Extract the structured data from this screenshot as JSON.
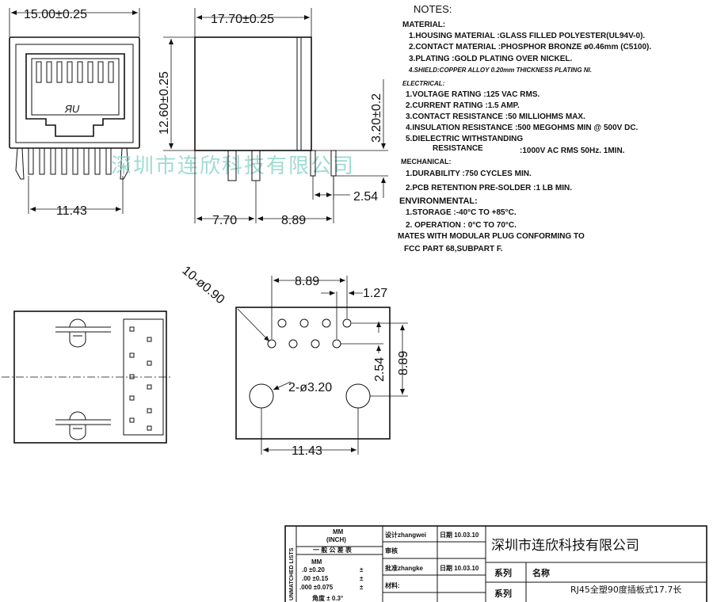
{
  "dimensions": {
    "front_width": "15.00±0.25",
    "side_length": "17.70±0.25",
    "side_height": "12.60±0.25",
    "pin_length": "3.20±0.2",
    "pin_pitch_side": "2.54",
    "offset_7_70": "7.70",
    "span_8_89": "8.89",
    "front_pin_span": "11.43",
    "pcb_hole_count": "10-ø0.90",
    "pcb_top_span": "8.89",
    "pcb_pitch": "1.27",
    "pcb_row_spacing": "2.54",
    "pcb_height": "8.89",
    "peg_holes": "2-ø3.20",
    "pcb_bottom_span": "11.43"
  },
  "notes": {
    "heading": "NOTES:",
    "material_heading": "MATERIAL:",
    "material": [
      "1.HOUSING MATERIAL :GLASS FILLED POLYESTER(UL94V-0).",
      "2.CONTACT MATERIAL :PHOSPHOR BRONZE ø0.46mm (C5100).",
      "3.PLATING :GOLD PLATING OVER NICKEL.",
      "4.SHIELD:COPPER ALLOY 0.20mm THICKNESS PLATING NI."
    ],
    "electrical_heading": "ELECTRICAL:",
    "electrical": [
      "1.VOLTAGE RATING :125 VAC RMS.",
      "2.CURRENT RATING :1.5 AMP.",
      "3.CONTACT RESISTANCE :50 MILLIOHMS MAX.",
      "4.INSULATION RESISTANCE :500 MEGOHMS MIN @ 500V DC.",
      "5.DIELECTRIC WITHSTANDING",
      "RESISTANCE",
      ":1000V AC RMS 50Hz. 1MIN."
    ],
    "mechanical_heading": "MECHANICAL:",
    "mechanical": [
      "1.DURABILITY :750 CYCLES MIN.",
      "2.PCB RETENTION PRE-SOLDER :1 LB MIN."
    ],
    "environmental_heading": "ENVIRONMENTAL:",
    "environmental": [
      "1.STORAGE :-40°C TO +85°C.",
      "2. OPERATION : 0°C TO 70°C.",
      "MATES WITH MODULAR PLUG CONFORMING TO",
      "FCC PART 68,SUBPART F."
    ]
  },
  "watermark": "深圳市连欣科技有限公司",
  "ul_mark": "ЯU",
  "title_block": {
    "company": "深圳市连欣科技有限公司",
    "unit_mm": "MM",
    "unit_inch": "(INCH)",
    "tolerance_header": "一 般 公 差 表",
    "side_label": "UNMATCHED LISTS",
    "tol_mm": "MM",
    "tol_rows": [
      ".0 ±0.20",
      ".00 ±0.15",
      ".000 ±0.075"
    ],
    "tol_pm": [
      "±",
      "±",
      "±"
    ],
    "designer": "设计zhangwei",
    "design_date": "日期 10.03.10",
    "reviewer": "审核",
    "approver": "批准zhangke",
    "approve_date": "日期 10.03.10",
    "material": "材料:",
    "series_label": "系列",
    "name_label": "名称",
    "series_label2": "系列",
    "product_name": "RJ45全塑90度插板式17.7长",
    "bottom_partial": "角度 ± 0.3°"
  }
}
